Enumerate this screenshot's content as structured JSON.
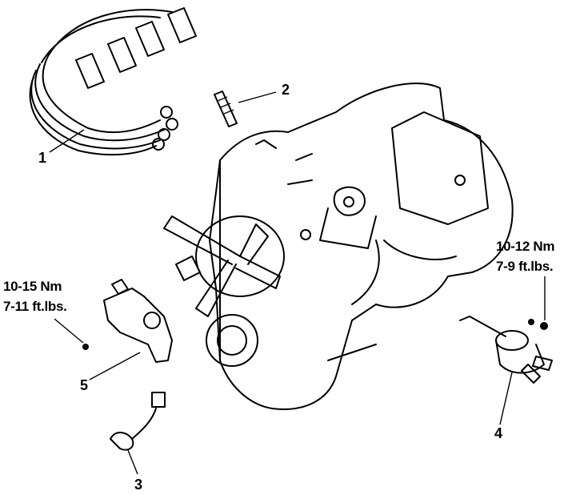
{
  "callouts": {
    "1": "1",
    "2": "2",
    "3": "3",
    "4": "4",
    "5": "5"
  },
  "torque_left": {
    "metric": "10-15 Nm",
    "imperial": "7-11 ft.lbs."
  },
  "torque_right": {
    "metric": "10-12 Nm",
    "imperial": "7-9 ft.lbs."
  }
}
